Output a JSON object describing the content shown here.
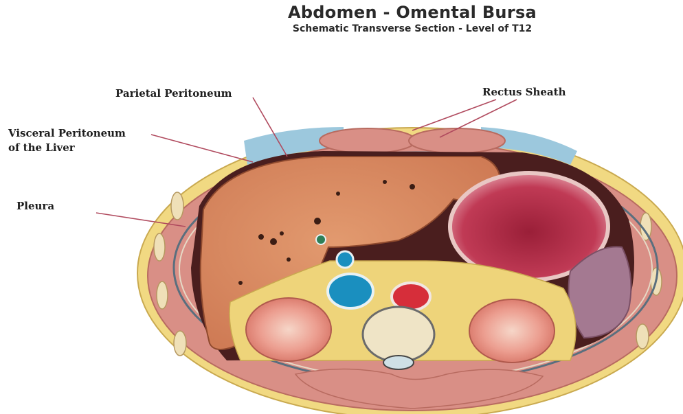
{
  "title": "Abdomen - Omental Bursa",
  "subtitle": "Schematic Transverse Section - Level of T12",
  "labels": {
    "parietal_peritoneum": "Parietal Peritoneum",
    "rectus_sheath": "Rectus Sheath",
    "visceral_peritoneum": "Visceral Peritoneum\nof the Liver",
    "pleura": "Pleura"
  },
  "colors": {
    "skin_yellow": "#f1d982",
    "muscle": "#d98f86",
    "liver": "#d9895f",
    "stomach": "#b8344a",
    "spleen": "#a47991",
    "kidney": "#e8a497",
    "aorta": "#d62e3a",
    "ivc": "#1a8fbf",
    "vertebra": "#efe4c6",
    "cavity": "#4a1e1e",
    "leader_line": "#b04a5e"
  }
}
